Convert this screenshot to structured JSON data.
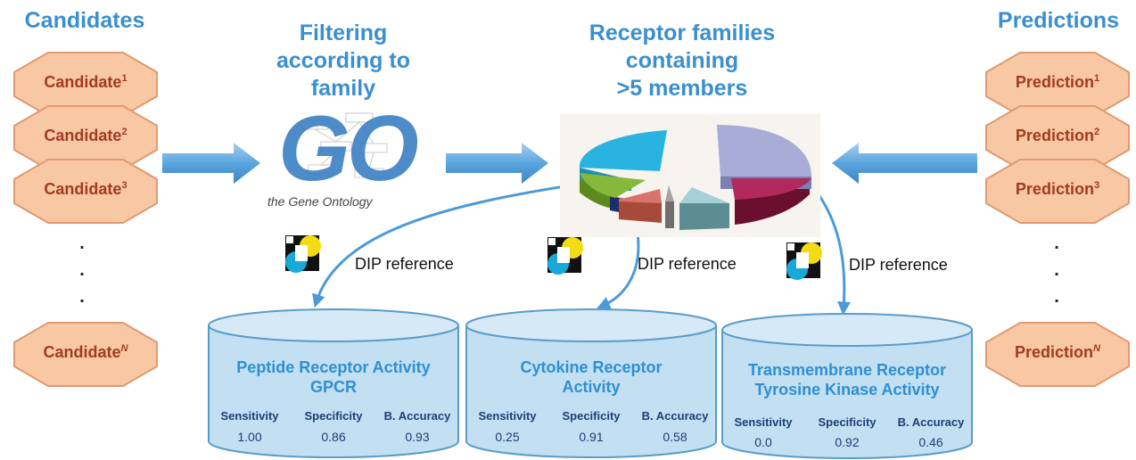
{
  "headings": {
    "candidates": "Candidates",
    "filtering": [
      "Filtering",
      "according to",
      "family"
    ],
    "receptor": [
      "Receptor families",
      "containing",
      ">5 members"
    ],
    "predictions": "Predictions"
  },
  "candidates": [
    {
      "base": "Candidate",
      "sup": "1"
    },
    {
      "base": "Candidate",
      "sup": "2"
    },
    {
      "base": "Candidate",
      "sup": "3"
    },
    {
      "base": "Candidate",
      "sup": "N"
    }
  ],
  "predictions": [
    {
      "base": "Prediction",
      "sup": "1"
    },
    {
      "base": "Prediction",
      "sup": "2"
    },
    {
      "base": "Prediction",
      "sup": "3"
    },
    {
      "base": "Prediction",
      "sup": "N"
    }
  ],
  "go_logo": {
    "letters": "GO",
    "subtitle": "the Gene Ontology"
  },
  "dip_label": "DIP reference",
  "metric_headers": [
    "Sensitivity",
    "Specificity",
    "B. Accuracy"
  ],
  "databases": [
    {
      "title": [
        "Peptide Receptor Activity",
        "GPCR"
      ],
      "values": [
        "1.00",
        "0.86",
        "0.93"
      ]
    },
    {
      "title": [
        "Cytokine Receptor",
        "Activity"
      ],
      "values": [
        "0.25",
        "0.91",
        "0.58"
      ]
    },
    {
      "title": [
        "Transmembrane Receptor",
        "Tyrosine Kinase Activity"
      ],
      "values": [
        "0.0",
        "0.92",
        "0.46"
      ]
    }
  ],
  "colors": {
    "heading": "#3a8fd0",
    "octagon_fill": "#f8c7a4",
    "octagon_stroke": "#e09a70",
    "octagon_text": "#a03c20",
    "arrow": "#5aa5de",
    "db_fill": "#c3dff2",
    "db_stroke": "#5a9cc9"
  }
}
